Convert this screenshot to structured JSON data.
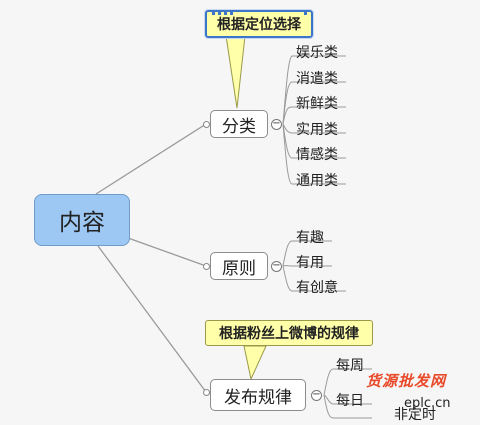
{
  "central": {
    "label": "内容"
  },
  "topics": [
    {
      "label": "分类",
      "leaves": [
        "娱乐类",
        "消遣类",
        "新鲜类",
        "实用类",
        "情感类",
        "通用类"
      ]
    },
    {
      "label": "原则",
      "leaves": [
        "有趣",
        "有用",
        "有创意"
      ]
    },
    {
      "label": "发布规律",
      "leaves": [
        "每周",
        "每日",
        "非定时"
      ]
    }
  ],
  "callouts": [
    {
      "text": "根据定位选择"
    },
    {
      "text": "根据粉丝上微博的规律"
    }
  ],
  "watermark": {
    "text": "货源批发网",
    "domain": "eplc.cn"
  },
  "colors": {
    "central_fill": "#9dc8f3",
    "callout_fill": "#ffffaa",
    "selection": "#3d75c8"
  }
}
